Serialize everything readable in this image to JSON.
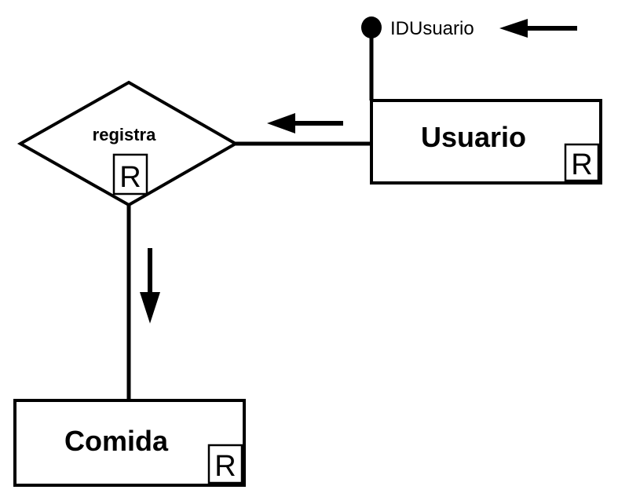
{
  "entities": {
    "usuario": {
      "label": "Usuario",
      "badge": "R"
    },
    "comida": {
      "label": "Comida",
      "badge": "R"
    }
  },
  "relationship": {
    "label": "registra",
    "badge": "R"
  },
  "attribute": {
    "label": "IDUsuario",
    "is_key": true
  }
}
